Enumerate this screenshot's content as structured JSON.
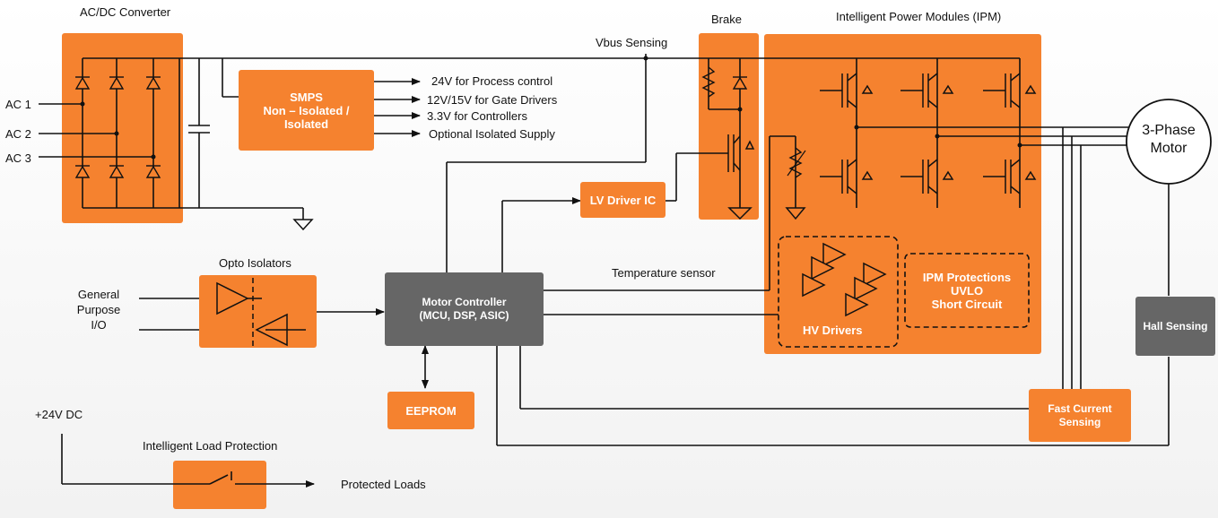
{
  "colors": {
    "orange": "#f5822f",
    "gray": "#666666",
    "wire": "#111111"
  },
  "labels": {
    "acdc_title": "AC/DC Converter",
    "ac1": "AC 1",
    "ac2": "AC 2",
    "ac3": "AC 3",
    "vbus": "Vbus Sensing",
    "brake": "Brake",
    "ipm_title": "Intelligent Power Modules (IPM)",
    "out1": "24V for Process control",
    "out2": "12V/15V for Gate Drivers",
    "out3": "3.3V for Controllers",
    "out4": "Optional Isolated Supply",
    "motor_l1": "3-Phase",
    "motor_l2": "Motor",
    "opto_title": "Opto Isolators",
    "gpio_l1": "General",
    "gpio_l2": "Purpose",
    "gpio_l3": "I/O",
    "temp": "Temperature sensor",
    "v24": "+24V DC",
    "ilp_title": "Intelligent Load Protection",
    "protected": "Protected Loads"
  },
  "blocks": {
    "smps_l1": "SMPS",
    "smps_l2": "Non – Isolated /",
    "smps_l3": "Isolated",
    "lv_driver": "LV Driver IC",
    "mc_l1": "Motor Controller",
    "mc_l2": "(MCU, DSP, ASIC)",
    "eeprom": "EEPROM",
    "hv": "HV Drivers",
    "ipmp_l1": "IPM Protections",
    "ipmp_l2": "UVLO",
    "ipmp_l3": "Short Circuit",
    "hall": "Hall Sensing",
    "fcs_l1": "Fast Current",
    "fcs_l2": "Sensing"
  }
}
